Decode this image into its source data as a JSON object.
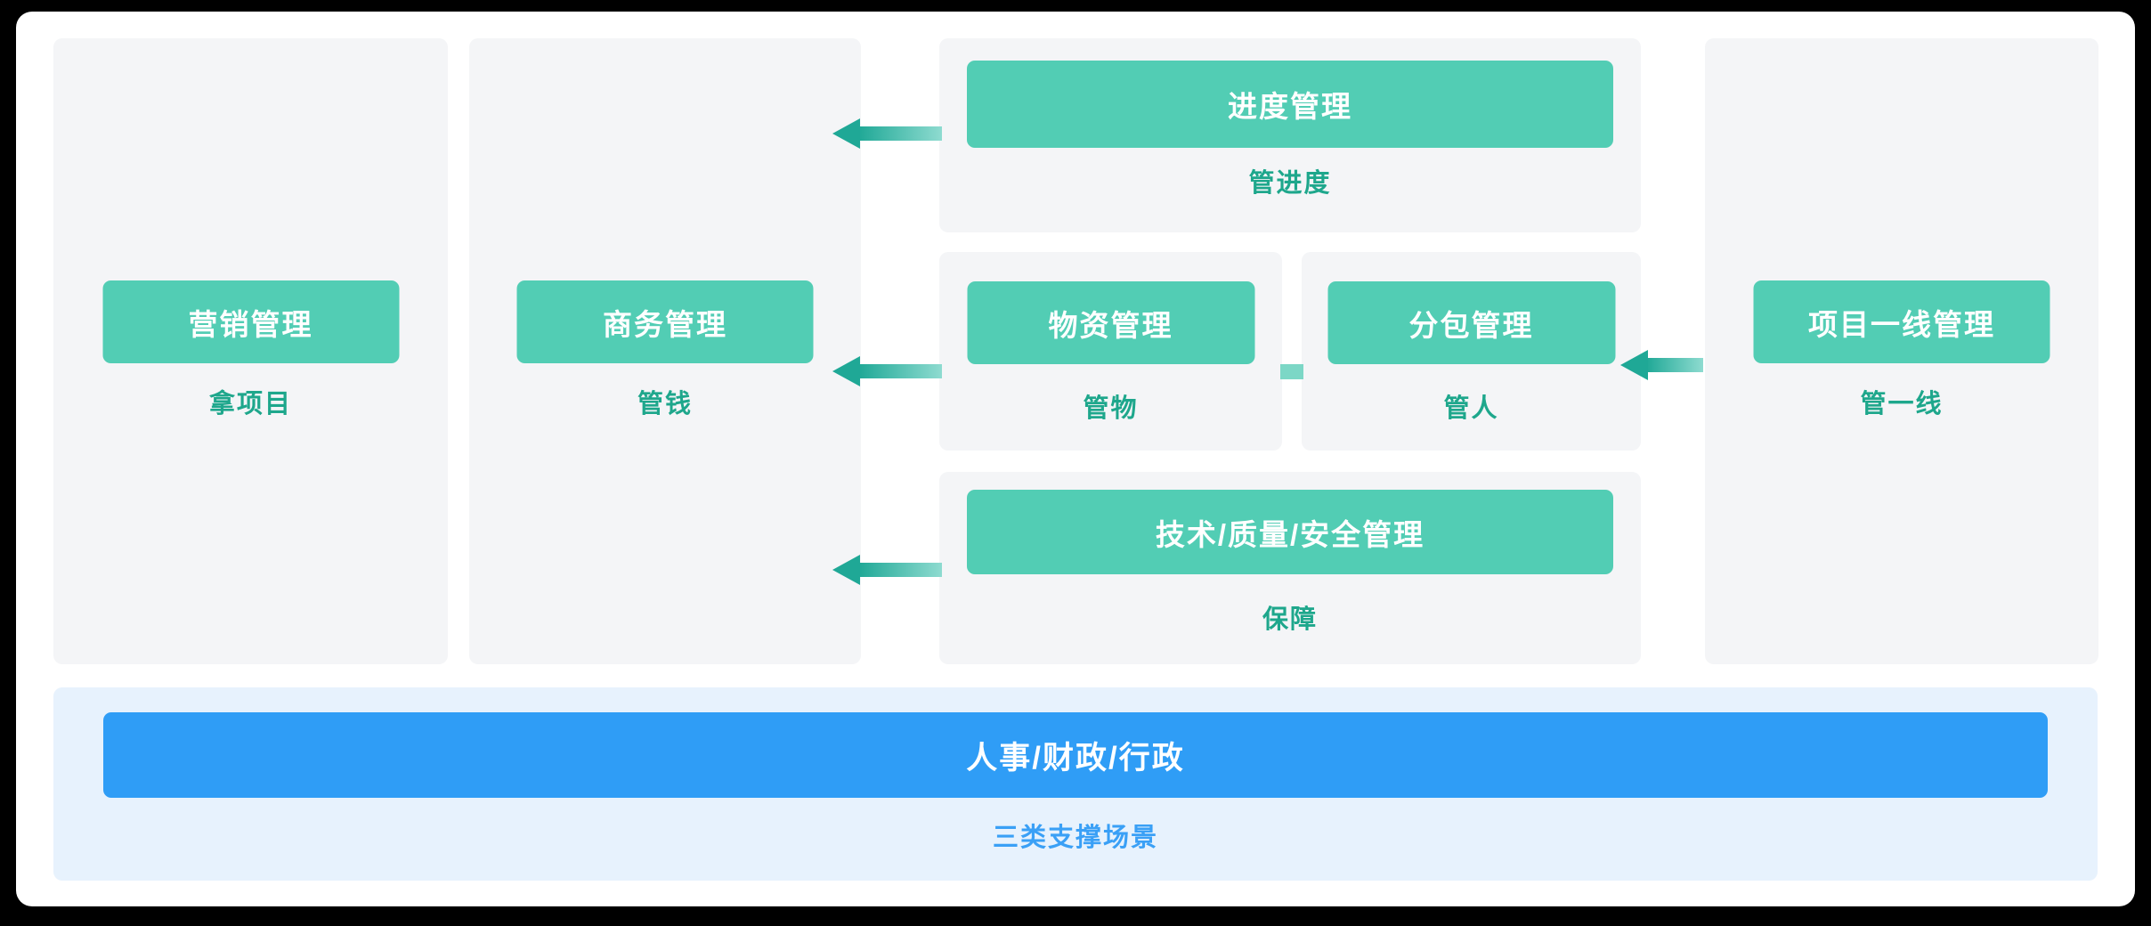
{
  "colors": {
    "page-bg": "#000000",
    "card-bg": "#ffffff",
    "panel-bg": "#f4f5f7",
    "node-teal": "#52cdb4",
    "node-text": "#ffffff",
    "caption-teal": "#1ea78c",
    "arrow-dark": "#1fa896",
    "arrow-light": "#8edbd0",
    "connector": "#7cd7c6",
    "support-bg": "#e7f2fd",
    "support-blue": "#2f9df6",
    "caption-blue": "#3aa0f6"
  },
  "panels": {
    "marketing": {
      "button": "营销管理",
      "label": "拿项目"
    },
    "business": {
      "button": "商务管理",
      "label": "管钱"
    },
    "progress": {
      "button": "进度管理",
      "label": "管进度"
    },
    "materials": {
      "button": "物资管理",
      "label": "管物"
    },
    "subcontract": {
      "button": "分包管理",
      "label": "管人"
    },
    "tech": {
      "button": "技术/质量/安全管理",
      "label": "保障"
    },
    "frontline": {
      "button": "项目一线管理",
      "label": "管一线"
    },
    "support": {
      "button": "人事/财政/行政",
      "label": "三类支撑场景"
    }
  }
}
